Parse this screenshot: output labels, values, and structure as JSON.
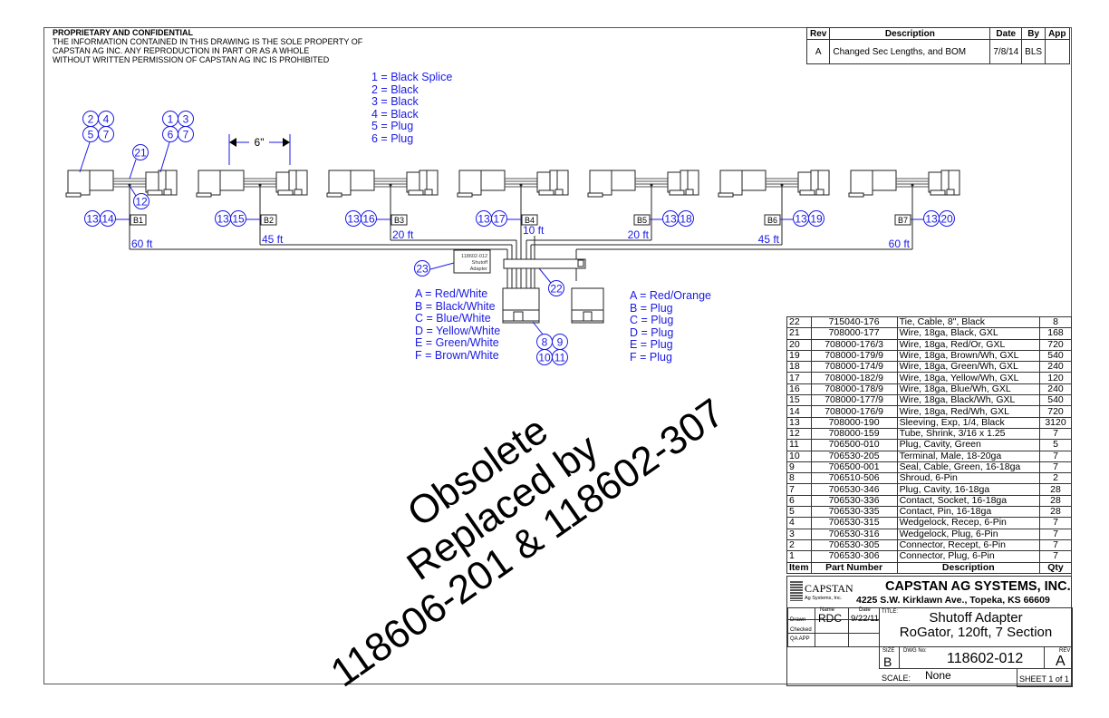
{
  "header": {
    "lines": [
      "PROPRIETARY AND CONFIDENTIAL",
      "THE INFORMATION CONTAINED IN THIS DRAWING IS THE SOLE PROPERTY OF",
      "CAPSTAN AG INC. ANY REPRODUCTION IN PART OR AS A WHOLE",
      "WITHOUT WRITTEN PERMISSION OF CAPSTAN AG INC IS PROHIBITED"
    ]
  },
  "revision": {
    "headers": [
      "Rev",
      "Description",
      "Date",
      "By",
      "App"
    ],
    "row": [
      "A",
      "Changed Sec Lengths, and BOM",
      "7/8/14",
      "BLS",
      ""
    ]
  },
  "legend_splice": [
    "1 = Black Splice",
    "2 = Black",
    "3 = Black",
    "4 = Black",
    "5 = Plug",
    "6 = Plug"
  ],
  "legend_wires": [
    "A = Red/White",
    "B = Black/White",
    "C = Blue/White",
    "D = Yellow/White",
    "E = Green/White",
    "F = Brown/White"
  ],
  "legend_plugs": [
    "A = Red/Orange",
    "B = Plug",
    "C = Plug",
    "D = Plug",
    "E = Plug",
    "F = Plug"
  ],
  "diagram": {
    "left_bubbles": [
      "2",
      "4",
      "5",
      "7"
    ],
    "right_bubbles": [
      "1",
      "3",
      "6",
      "7"
    ],
    "wire_bubble": "21",
    "shrink_bubble": "12",
    "dimension": "6\"",
    "units": [
      {
        "section": "B1",
        "length": "60 ft",
        "bubbles": [
          "13",
          "14"
        ]
      },
      {
        "section": "B2",
        "length": "45 ft",
        "bubbles": [
          "13",
          "15"
        ]
      },
      {
        "section": "B3",
        "length": "20 ft",
        "bubbles": [
          "13",
          "16"
        ]
      },
      {
        "section": "B4",
        "length": "10 ft",
        "bubbles": [
          "13",
          "17"
        ]
      },
      {
        "section": "B5",
        "length": "20 ft",
        "bubbles": [
          "13",
          "18"
        ]
      },
      {
        "section": "B6",
        "length": "45 ft",
        "bubbles": [
          "13",
          "19"
        ]
      },
      {
        "section": "B7",
        "length": "60 ft",
        "bubbles": [
          "13",
          "20"
        ]
      }
    ],
    "adapter_label": [
      "118602-012",
      "Shutoff",
      "Adapter"
    ],
    "adapter_bubble": "23",
    "tie_bubble": "22",
    "connector_bubbles": [
      "8",
      "9",
      "10",
      "11"
    ]
  },
  "bom": {
    "headers": [
      "Item",
      "Part Number",
      "Description",
      "Qty"
    ],
    "rows": [
      [
        "22",
        "715040-176",
        "Tie, Cable, 8\", Black",
        "8"
      ],
      [
        "21",
        "708000-177",
        "Wire, 18ga, Black, GXL",
        "168"
      ],
      [
        "20",
        "708000-176/3",
        "Wire, 18ga, Red/Or, GXL",
        "720"
      ],
      [
        "19",
        "708000-179/9",
        "Wire, 18ga, Brown/Wh, GXL",
        "540"
      ],
      [
        "18",
        "708000-174/9",
        "Wire, 18ga, Green/Wh, GXL",
        "240"
      ],
      [
        "17",
        "708000-182/9",
        "Wire, 18ga, Yellow/Wh, GXL",
        "120"
      ],
      [
        "16",
        "708000-178/9",
        "Wire, 18ga, Blue/Wh, GXL",
        "240"
      ],
      [
        "15",
        "708000-177/9",
        "Wire, 18ga, Black/Wh, GXL",
        "540"
      ],
      [
        "14",
        "708000-176/9",
        "Wire, 18ga, Red/Wh, GXL",
        "720"
      ],
      [
        "13",
        "708000-190",
        "Sleeving, Exp, 1/4, Black",
        "3120"
      ],
      [
        "12",
        "708000-159",
        "Tube, Shrink, 3/16 x 1.25",
        "7"
      ],
      [
        "11",
        "706500-010",
        "Plug, Cavity, Green",
        "5"
      ],
      [
        "10",
        "706530-205",
        "Terminal, Male, 18-20ga",
        "7"
      ],
      [
        "9",
        "706500-001",
        "Seal, Cable, Green, 16-18ga",
        "7"
      ],
      [
        "8",
        "706510-506",
        "Shroud, 6-Pin",
        "2"
      ],
      [
        "7",
        "706530-346",
        "Plug, Cavity, 16-18ga",
        "28"
      ],
      [
        "6",
        "706530-336",
        "Contact, Socket, 16-18ga",
        "28"
      ],
      [
        "5",
        "706530-335",
        "Contact, Pin, 16-18ga",
        "28"
      ],
      [
        "4",
        "706530-315",
        "Wedgelock, Recep, 6-Pin",
        "7"
      ],
      [
        "3",
        "706530-316",
        "Wedgelock, Plug, 6-Pin",
        "7"
      ],
      [
        "2",
        "706530-305",
        "Connector, Recept, 6-Pin",
        "7"
      ],
      [
        "1",
        "706530-306",
        "Connector, Plug, 6-Pin",
        "7"
      ]
    ]
  },
  "title_block": {
    "logo": "CAPSTAN",
    "logo_sub": "Ag Systems, Inc.",
    "company": "CAPSTAN AG SYSTEMS, INC.",
    "address": "4225 S.W. Kirklawn Ave., Topeka, KS 66609",
    "name_label": "Name",
    "date_label": "Date",
    "drawn_label": "Drawn",
    "checked_label": "Checked",
    "qa_label": "QA APP",
    "drawn_name": "RDC",
    "drawn_date": "9/22/11",
    "title_label": "TITLE:",
    "title1": "Shutoff Adapter",
    "title2": "RoGator, 120ft, 7 Section",
    "size_label": "SIZE",
    "size": "B",
    "dwg_label": "DWG No:",
    "dwg": "118602-012",
    "rev_label": "REV",
    "rev": "A",
    "scale_label": "SCALE:",
    "scale": "None",
    "sheet": "SHEET 1 of 1"
  },
  "watermark": [
    "Obsolete",
    "Replaced by",
    "118606-201 & 118602-307"
  ]
}
